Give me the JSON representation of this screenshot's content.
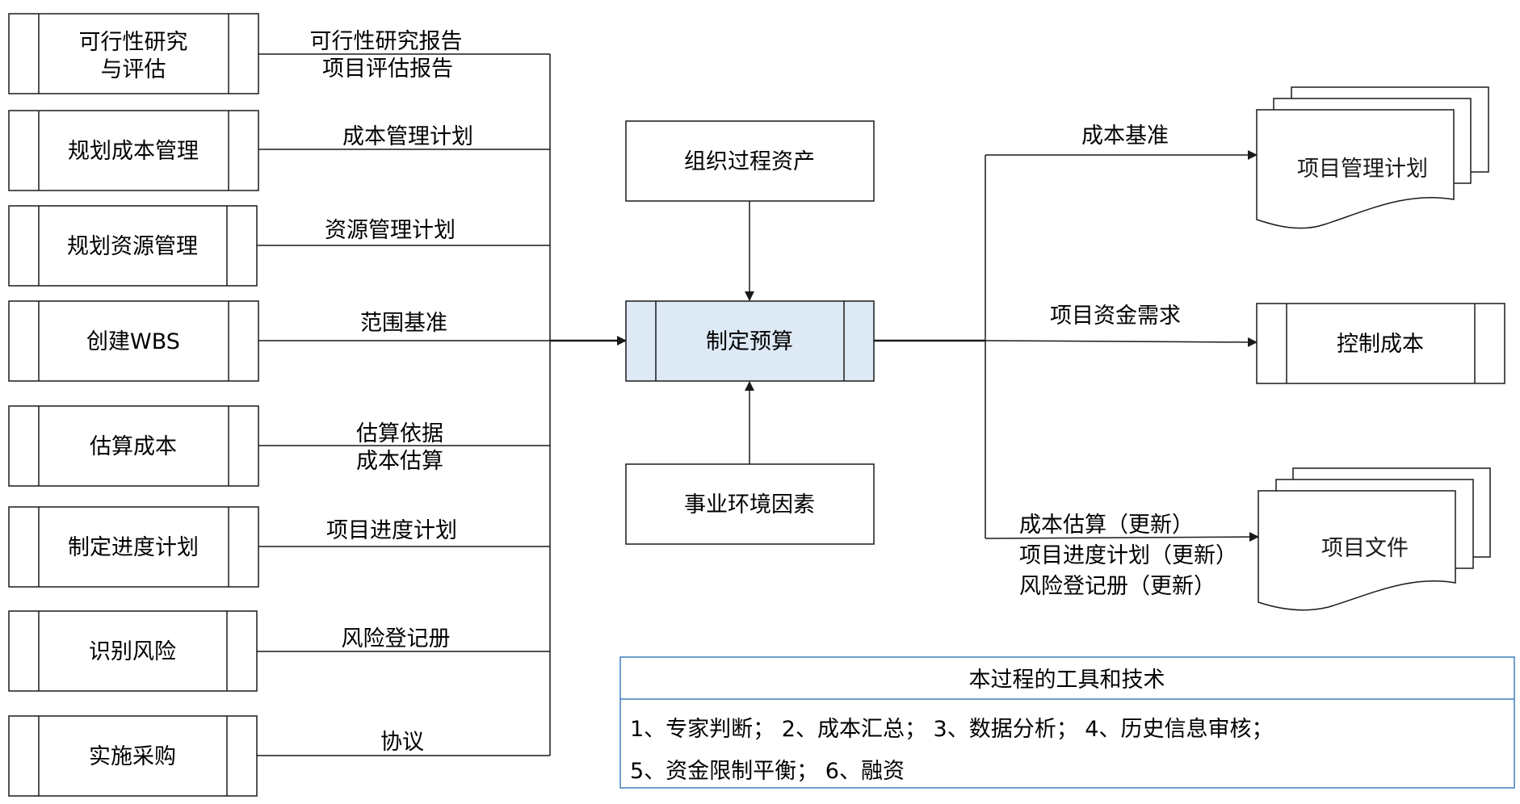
{
  "inputs": [
    {
      "lines": [
        "可行性研究",
        "与评估"
      ],
      "edge_lines": [
        "可行性研究报告",
        "项目评估报告"
      ]
    },
    {
      "lines": [
        "规划成本管理"
      ],
      "edge_lines": [
        "成本管理计划"
      ]
    },
    {
      "lines": [
        "规划资源管理"
      ],
      "edge_lines": [
        "资源管理计划"
      ]
    },
    {
      "lines": [
        "创建WBS"
      ],
      "edge_lines": [
        "范围基准"
      ]
    },
    {
      "lines": [
        "估算成本"
      ],
      "edge_lines": [
        "估算依据",
        "成本估算"
      ]
    },
    {
      "lines": [
        "制定进度计划"
      ],
      "edge_lines": [
        "项目进度计划"
      ]
    },
    {
      "lines": [
        "识别风险"
      ],
      "edge_lines": [
        "风险登记册"
      ]
    },
    {
      "lines": [
        "实施采购"
      ],
      "edge_lines": [
        "协议"
      ]
    }
  ],
  "org_assets": "组织过程资产",
  "process": "制定预算",
  "enterprise_env": "事业环境因素",
  "outputs": {
    "project_plan": {
      "label": "项目管理计划",
      "edge_lines": [
        "成本基准"
      ]
    },
    "control_cost": {
      "label": "控制成本",
      "edge_lines": [
        "项目资金需求"
      ]
    },
    "project_docs": {
      "label": "项目文件",
      "edge_lines": [
        "成本估算（更新）",
        "项目进度计划（更新）",
        "风险登记册（更新）"
      ]
    }
  },
  "tools": {
    "title": "本过程的工具和技术",
    "line1": "1、专家判断；  2、成本汇总；  3、数据分析；  4、历史信息审核；",
    "line2": "5、资金限制平衡；  6、融资"
  },
  "colors": {
    "process_fill": "#dde9f5",
    "tools_border": "#3f7fbf",
    "line": "#1a1a1a"
  }
}
